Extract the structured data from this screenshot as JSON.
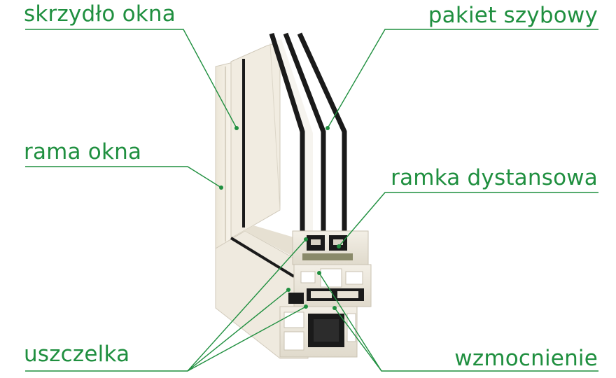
{
  "labels": {
    "skrzydlo": "skrzydło okna",
    "pakiet": "pakiet szybowy",
    "rama": "rama okna",
    "ramka": "ramka dystansowa",
    "uszczelka": "uszczelka",
    "wzmocnienie": "wzmocnienie"
  },
  "colors": {
    "accent": "#1f8f3f",
    "frame_light": "#f2ede2",
    "frame_shadow": "#d6d0c3",
    "glass_edge": "#1a1a1a"
  }
}
